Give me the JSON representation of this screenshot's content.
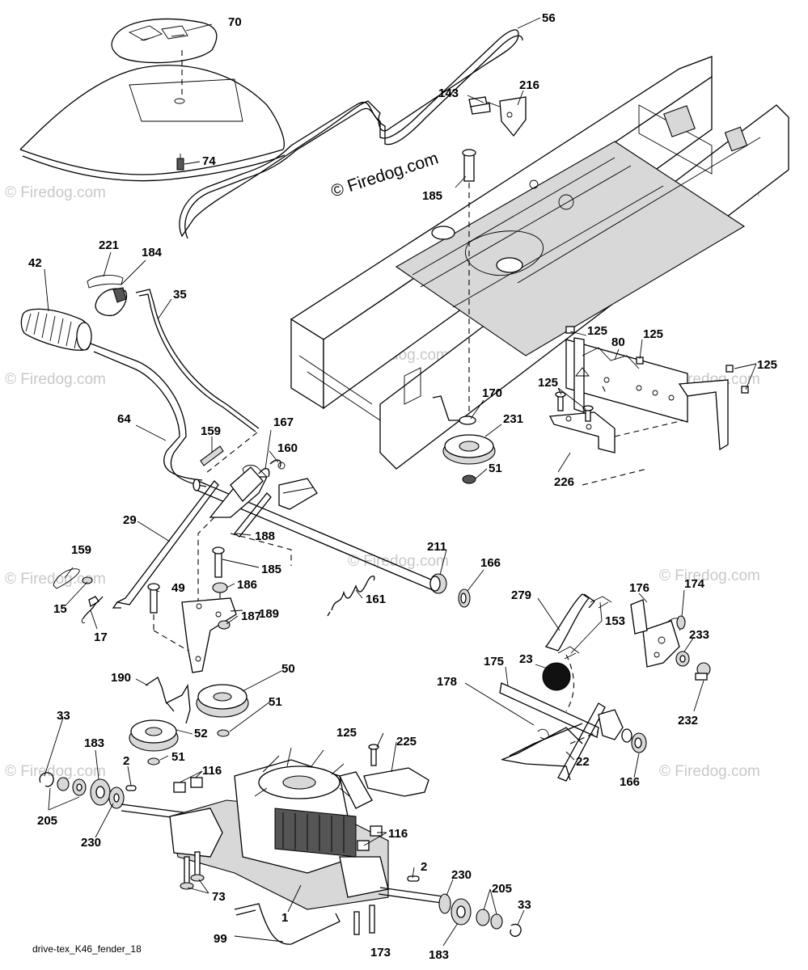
{
  "watermark": {
    "main": "© Firedog.com",
    "faint": "© Firedog.com"
  },
  "footer": {
    "diagram_name": "drive-tex_K46_fender_18"
  },
  "callouts": {
    "p70": "70",
    "p56": "56",
    "p216": "216",
    "p143": "143",
    "p74": "74",
    "p185a": "185",
    "p221": "221",
    "p184": "184",
    "p42": "42",
    "p35": "35",
    "p125a": "125",
    "p125b": "125",
    "p125c": "125",
    "p125d": "125",
    "p80": "80",
    "p170": "170",
    "p231": "231",
    "p51a": "51",
    "p226": "226",
    "p64": "64",
    "p159a": "159",
    "p167": "167",
    "p160": "160",
    "p29": "29",
    "p188": "188",
    "p185b": "185",
    "p186": "186",
    "p49": "49",
    "p159b": "159",
    "p15": "15",
    "p17": "17",
    "p189": "189",
    "p187": "187",
    "p161": "161",
    "p211": "211",
    "p166a": "166",
    "p279": "279",
    "p176": "176",
    "p174": "174",
    "p153": "153",
    "p23": "23",
    "p233": "233",
    "p175": "175",
    "p178": "178",
    "p232": "232",
    "p22": "22",
    "p166b": "166",
    "p190": "190",
    "p50": "50",
    "p51b": "51",
    "p52": "52",
    "p51c": "51",
    "p33a": "33",
    "p183a": "183",
    "p2a": "2",
    "p116a": "116",
    "p205a": "205",
    "p230a": "230",
    "p125e": "125",
    "p225": "225",
    "p116b": "116",
    "p2b": "2",
    "p230b": "230",
    "p205b": "205",
    "p33b": "33",
    "p73a": "73",
    "p1": "1",
    "p99": "99",
    "p183b": "183",
    "p173": "173"
  }
}
